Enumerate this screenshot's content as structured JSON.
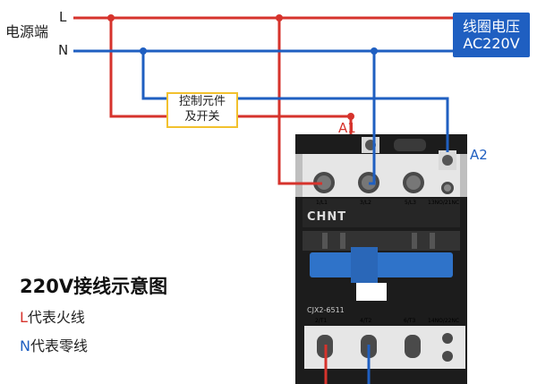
{
  "supply": {
    "label": "电源端",
    "line_l": "L",
    "line_n": "N"
  },
  "coil_voltage": {
    "line1": "线圈电压",
    "line2": "AC220V"
  },
  "control_element": {
    "line1": "控制元件",
    "line2": "及开关"
  },
  "coil_terminals": {
    "a1": "A1",
    "a2": "A2"
  },
  "contactor": {
    "brand": "CHNT",
    "model": "CJX2-6511",
    "top_terminals": [
      "1/L1",
      "3/L2",
      "5/L3",
      "13NO/21NC"
    ],
    "bottom_terminals": [
      "2/T1",
      "4/T2",
      "6/T3",
      "14NO/22NC"
    ]
  },
  "title": "220V接线示意图",
  "legend": [
    {
      "key": "L",
      "text": "代表火线"
    },
    {
      "key": "N",
      "text": "代表零线"
    }
  ],
  "colors": {
    "live_wire": "#d6332c",
    "neutral_wire": "#1f5fc1",
    "coil_box": "#1f5fc1",
    "control_box_border": "#f2c12e",
    "contactor_body": "#1c1c1c",
    "actuator": "#2f73c9"
  }
}
